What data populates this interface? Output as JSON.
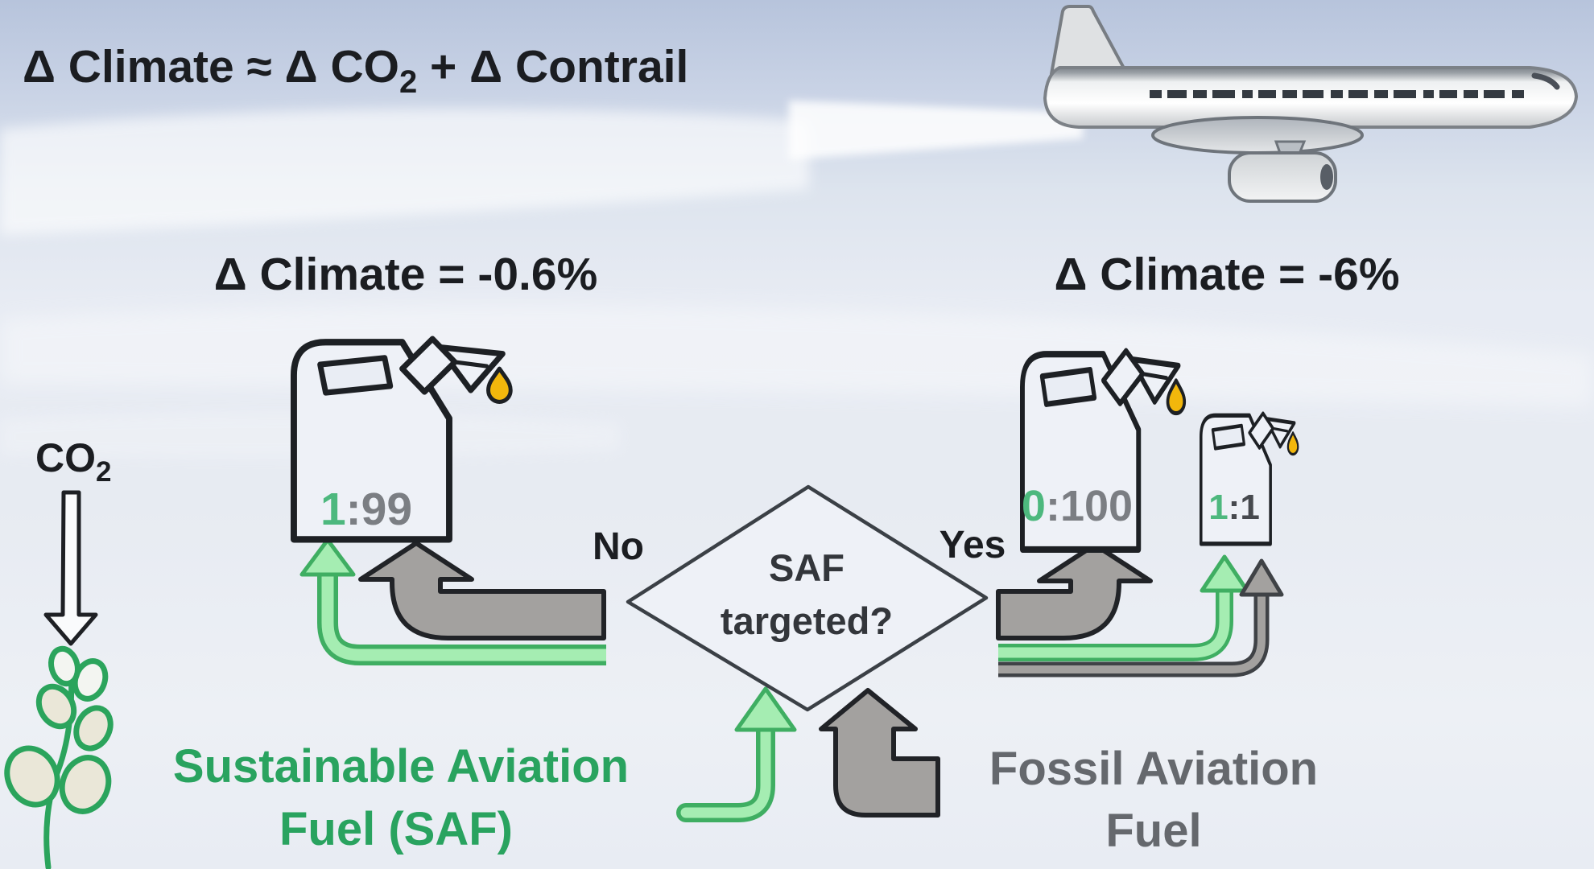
{
  "figure": {
    "formula": {
      "part1": "Δ Climate ≈ Δ CO",
      "sub": "2",
      "part2": " + Δ Contrail"
    },
    "no_branch": {
      "headline": "Δ Climate = -0.6%",
      "ratio_saf": "1",
      "ratio_fossil": ":99"
    },
    "yes_branch": {
      "headline": "Δ Climate = -6%",
      "pure_ratio_saf": "0",
      "pure_ratio_fossil": ":100",
      "blend_ratio_saf": "1",
      "blend_ratio_fossil": ":1"
    },
    "decision": {
      "line1": "SAF",
      "line2": "targeted?",
      "no_label": "No",
      "yes_label": "Yes"
    },
    "saf_source": {
      "co2_part": "CO",
      "co2_sub": "2",
      "label_line1": "Sustainable Aviation",
      "label_line2": "Fuel (SAF)"
    },
    "fossil_source": {
      "label_line1": "Fossil Aviation",
      "label_line2": "Fuel"
    },
    "colors": {
      "saf_green_text": "#29a35f",
      "saf_arrow_fill": "#a5edb2",
      "saf_arrow_stroke": "#3fae62",
      "fossil_gray_text": "#65686d",
      "fossil_arrow_fill": "#a3a19f",
      "fossil_arrow_stroke": "#212327",
      "ratio_green": "#4db87e",
      "ratio_gray": "#7b7e83",
      "oil_drop_yellow": "#f2b70c",
      "sky_top": "#b7c4dc",
      "sky_bottom": "#e8ecf3"
    }
  }
}
